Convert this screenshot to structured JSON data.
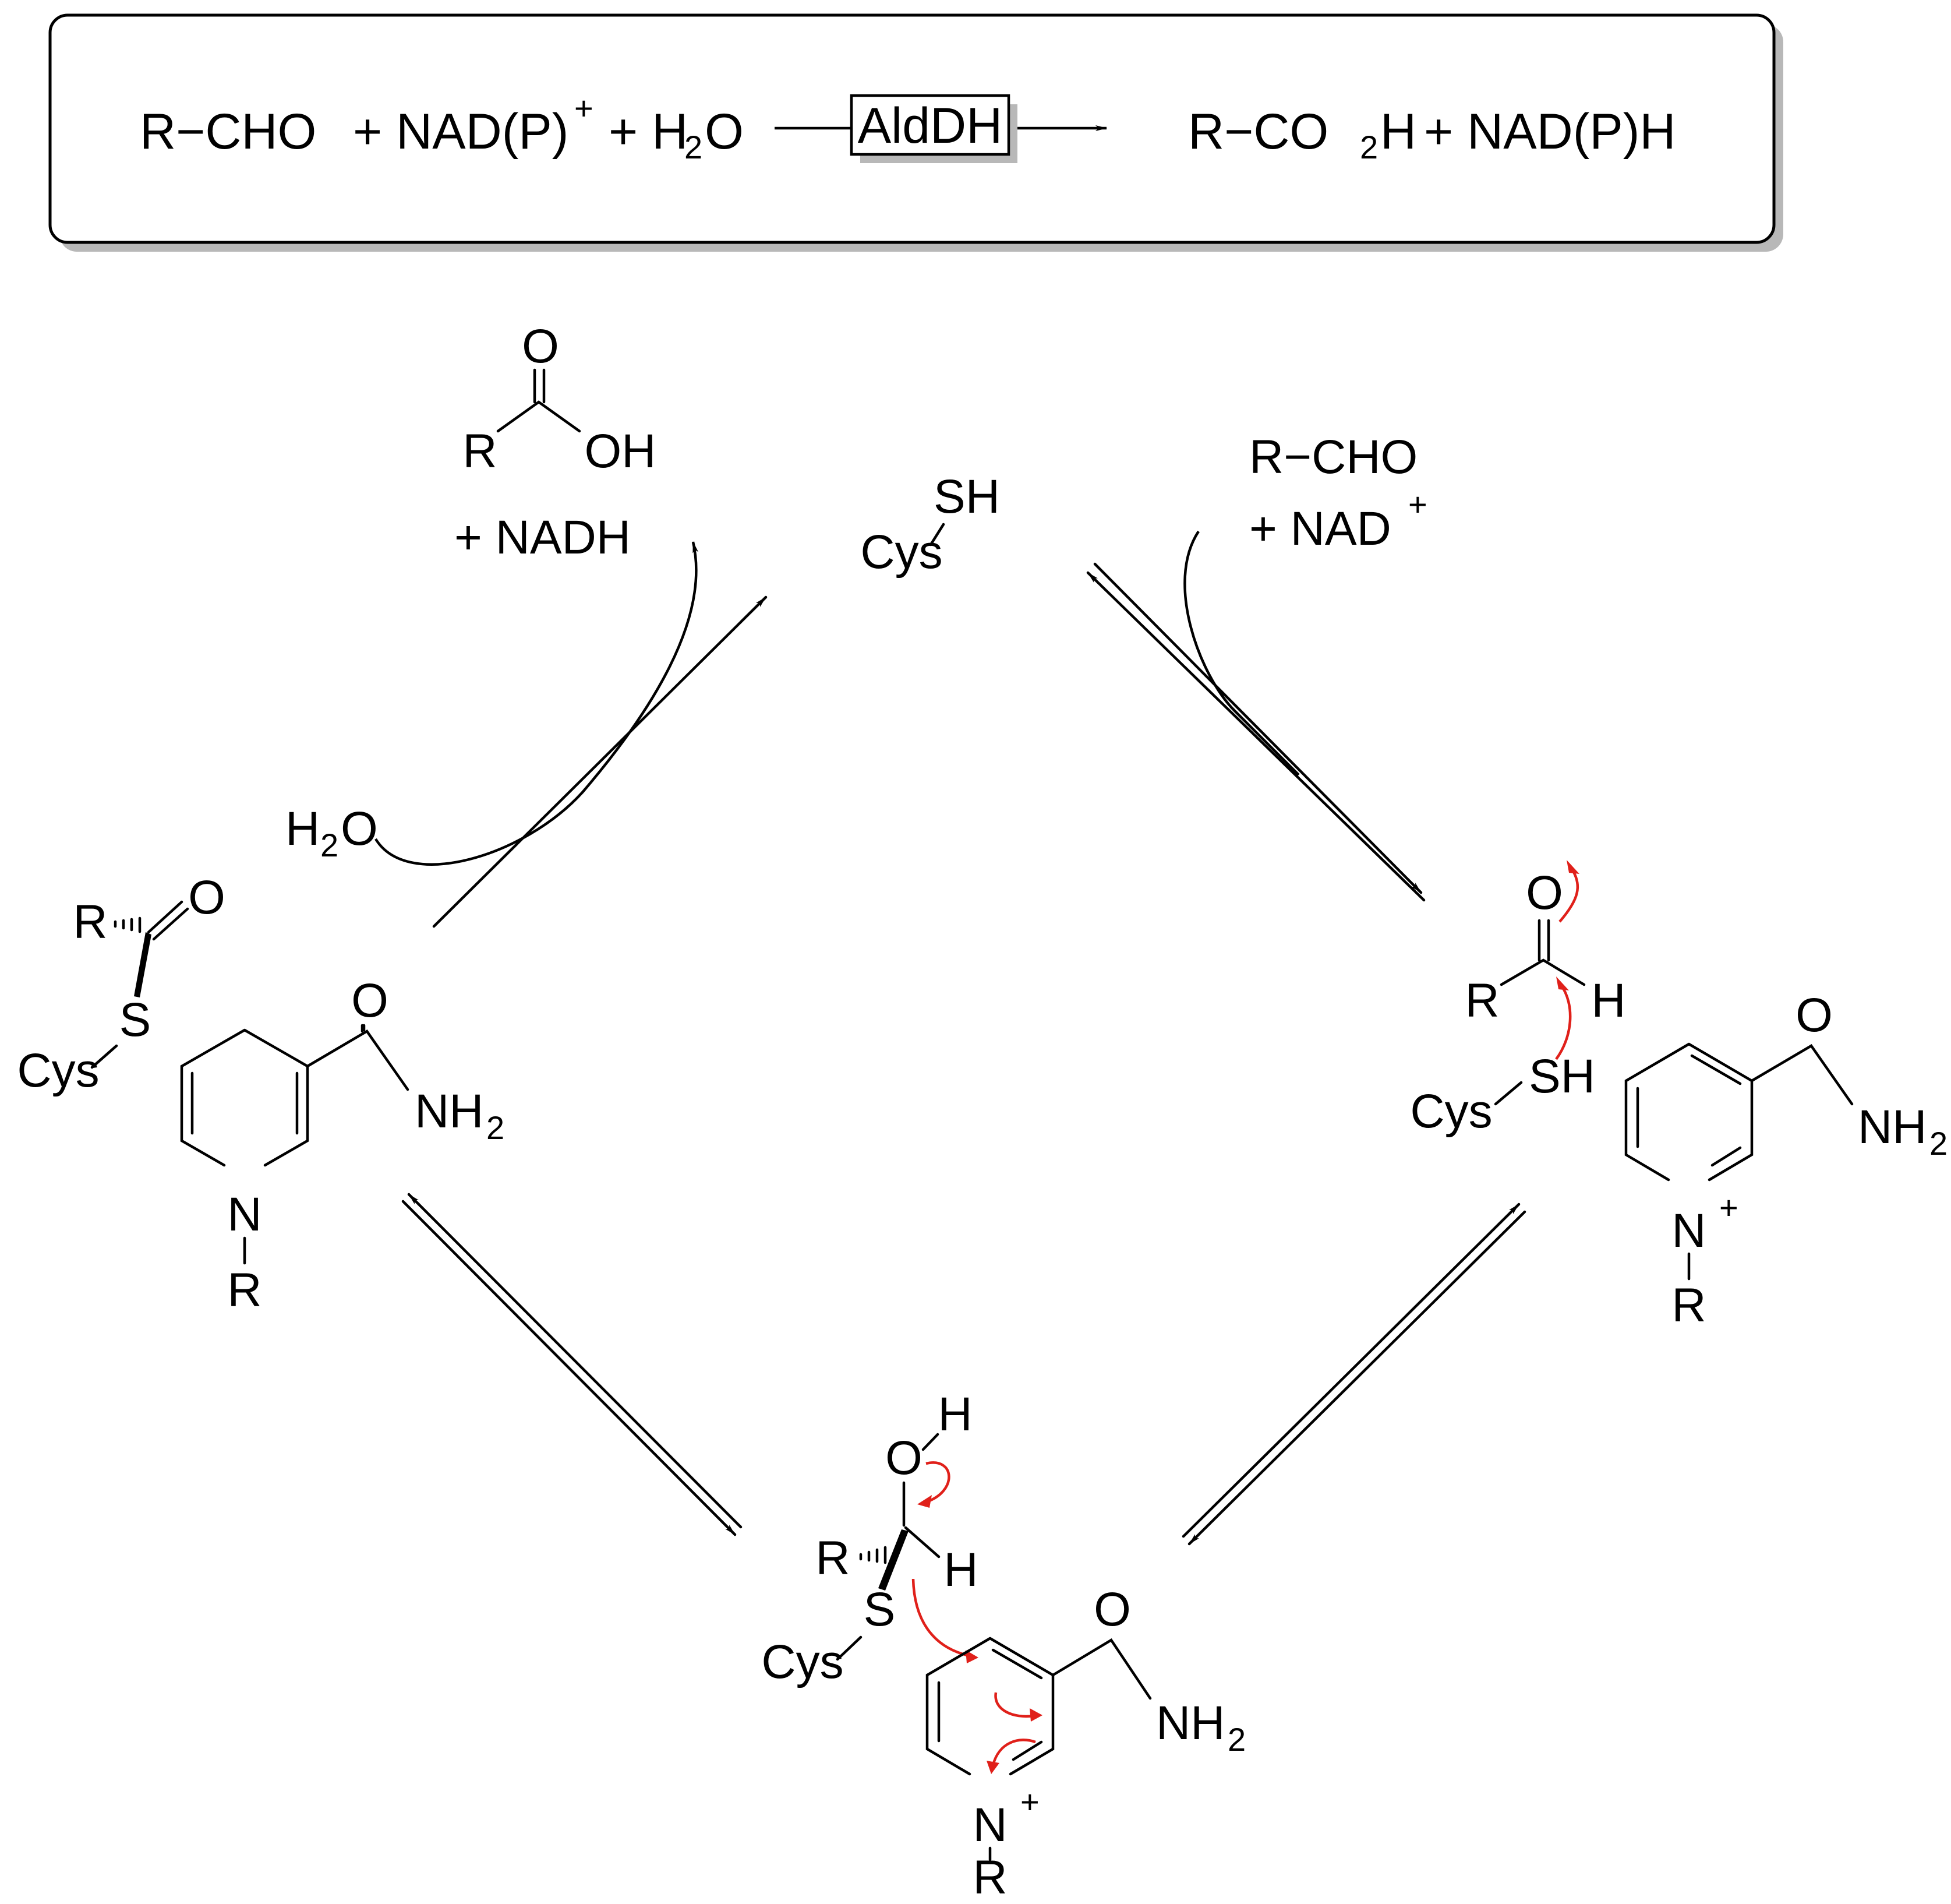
{
  "summary_equation": {
    "substrate": "R−CHO",
    "cofactor_plus": "+ NAD(P)",
    "cofactor_charge": "+",
    "water_plus": "+ H",
    "water_sub": "2",
    "water_o": "O",
    "enzyme": "AldDH",
    "product": "R−CO",
    "product_sub": "2",
    "product_h": "H",
    "product_cofactor": "+ NAD(P)H"
  },
  "top_left": {
    "acid_o": "O",
    "acid_r": "R",
    "acid_oh": "OH",
    "nadh": "+ NADH"
  },
  "top_center": {
    "sh": "SH",
    "cys": "Cys"
  },
  "top_right": {
    "aldehyde": "R−CHO",
    "nad_plus": "+ NAD",
    "nad_charge": "+"
  },
  "water_label": {
    "h": "H",
    "sub": "2",
    "o": "O"
  },
  "left_complex": {
    "thioester_r": "R",
    "thioester_o": "O",
    "s": "S",
    "cys": "Cys",
    "amide_o": "O",
    "nh2": "NH",
    "nh2_sub": "2",
    "n": "N",
    "r": "R"
  },
  "right_complex": {
    "ald_o": "O",
    "ald_r": "R",
    "ald_h": "H",
    "cys": "Cys",
    "sh": "SH",
    "amide_o": "O",
    "nh2": "NH",
    "nh2_sub": "2",
    "n": "N",
    "n_charge": "+",
    "r": "R"
  },
  "bottom_complex": {
    "oh_h": "H",
    "o": "O",
    "r": "R",
    "h": "H",
    "s": "S",
    "cys": "Cys",
    "amide_o": "O",
    "nh2": "NH",
    "nh2_sub": "2",
    "n": "N",
    "n_charge": "+",
    "r_sub": "R"
  },
  "colors": {
    "electron_arrows": "#e0201a",
    "ink": "#000000",
    "box_shadow": "#b8b8b8"
  }
}
